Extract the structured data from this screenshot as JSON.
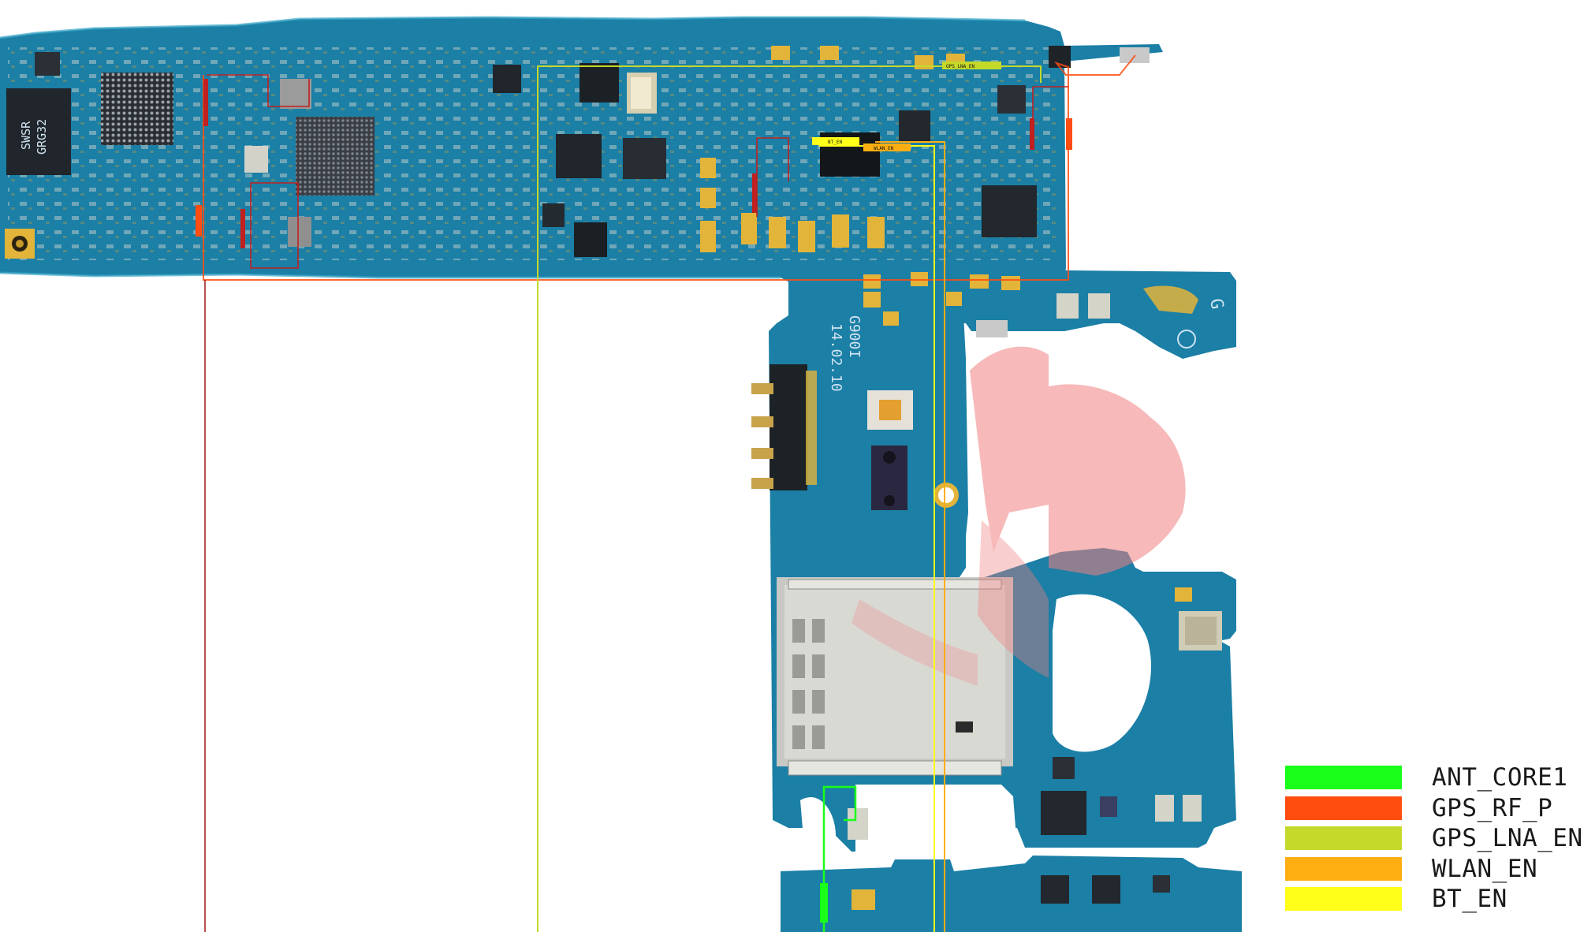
{
  "legend": [
    {
      "label": "ANT_CORE1",
      "color": "#19ff19"
    },
    {
      "label": "GPS_RF_P",
      "color": "#ff4d10"
    },
    {
      "label": "GPS_LNA_EN",
      "color": "#c5d92a"
    },
    {
      "label": "WLAN_EN",
      "color": "#ffae12"
    },
    {
      "label": "BT_EN",
      "color": "#ffff1a"
    }
  ],
  "board_labels": {
    "chip_marking_1": "SWSR",
    "chip_marking_2": "GRG32",
    "model_1": "G900I",
    "model_2": "14.02.10",
    "gps_lna_tag": "GPS_LNA_EN",
    "bt_tag": "BT_EN",
    "wlan_tag": "WLAN_EN"
  },
  "colors": {
    "pcb": "#1b7fa6",
    "pcb_edge": "#2d96b8",
    "pad": "#e3b43a",
    "chip": "#151a1f",
    "shield": "#c9c9c9",
    "trace_red": "#c02020",
    "watermark": "#f08080"
  }
}
